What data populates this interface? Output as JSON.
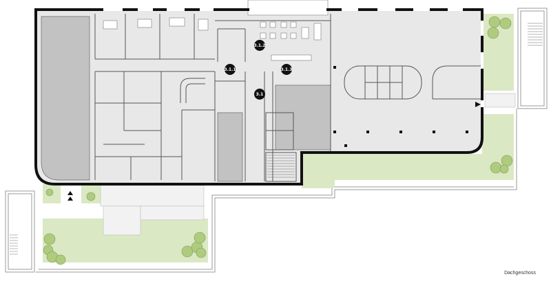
{
  "plan": {
    "floor_label": "Dachgeschoss",
    "room_tags": [
      "3.1.2",
      "3.1.1",
      "3.1.3",
      "3.1"
    ]
  },
  "colors": {
    "wall": "#111111",
    "floor": "#e8e8e8",
    "core": "#c2c2c2",
    "lawn": "#dbe8c4",
    "tree": "#aecb7e",
    "terrace": "#f2f2f2",
    "outline": "#9a9a9a",
    "tag": "#111111"
  }
}
